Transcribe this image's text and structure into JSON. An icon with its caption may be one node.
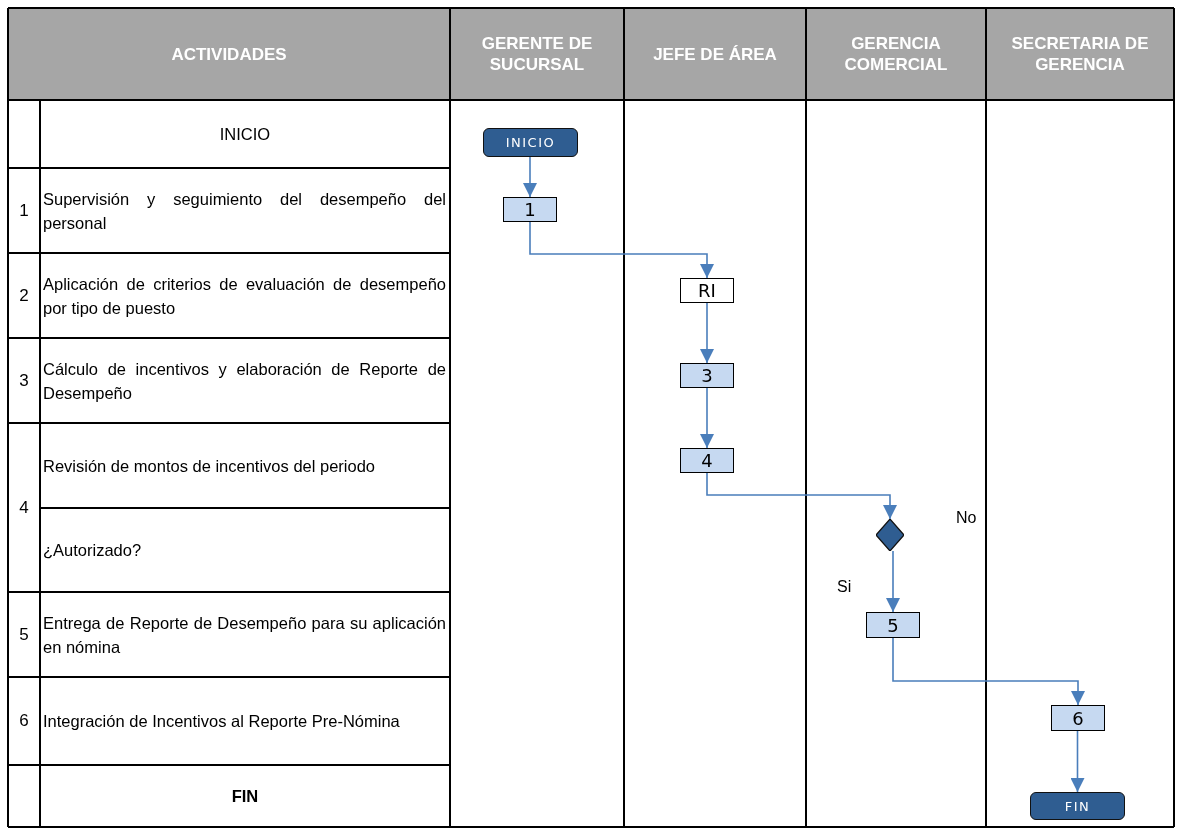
{
  "diagram": {
    "nodes": [
      {
        "text": [
          "INICIO"
        ]
      },
      {
        "text": [
          "1"
        ]
      },
      {
        "text": [
          "RI"
        ]
      },
      {
        "text": [
          "3"
        ]
      },
      {
        "text": [
          "4"
        ]
      },
      {
        "text": [],
        "shape": "diamond",
        "beside": [
          "No"
        ]
      },
      {
        "text": [
          "5"
        ]
      },
      {
        "text": [
          "6"
        ]
      },
      {
        "text": [
          "FIN"
        ]
      }
    ],
    "edges": [
      {
        "from": 0,
        "to": 1,
        "arrow": "to"
      },
      {
        "from": 1,
        "to": 2,
        "arrow": "to"
      },
      {
        "from": 2,
        "to": 3,
        "arrow": "to"
      },
      {
        "from": 3,
        "to": 4,
        "arrow": "to"
      },
      {
        "from": 4,
        "to": 5,
        "arrow": "to"
      },
      {
        "from": 5,
        "to": 6,
        "arrow": "to",
        "label": "Si"
      },
      {
        "from": 6,
        "to": 7,
        "arrow": "to"
      },
      {
        "from": 7,
        "to": 8,
        "arrow": "to"
      }
    ],
    "labels": [
      "ACTIVIDADES",
      "GERENTE DE SUCURSAL",
      "JEFE DE ÁREA",
      "GERENCIA COMERCIAL",
      "SECRETARIA DE GERENCIA",
      "INICIO",
      "1",
      "Supervisión y seguimiento del desempeño del personal",
      "2",
      "Aplicación de criterios de evaluación de desempeño por tipo de puesto",
      "3",
      "Cálculo de incentivos y elaboración de Reporte de Desempeño",
      "4",
      "Revisión de montos de incentivos del periodo",
      "¿Autorizado?",
      "5",
      "Entrega de Reporte de Desempeño para su aplicación en nómina",
      "6",
      "Integración de Incentivos al Reporte Pre-Nómina",
      "FIN"
    ]
  }
}
